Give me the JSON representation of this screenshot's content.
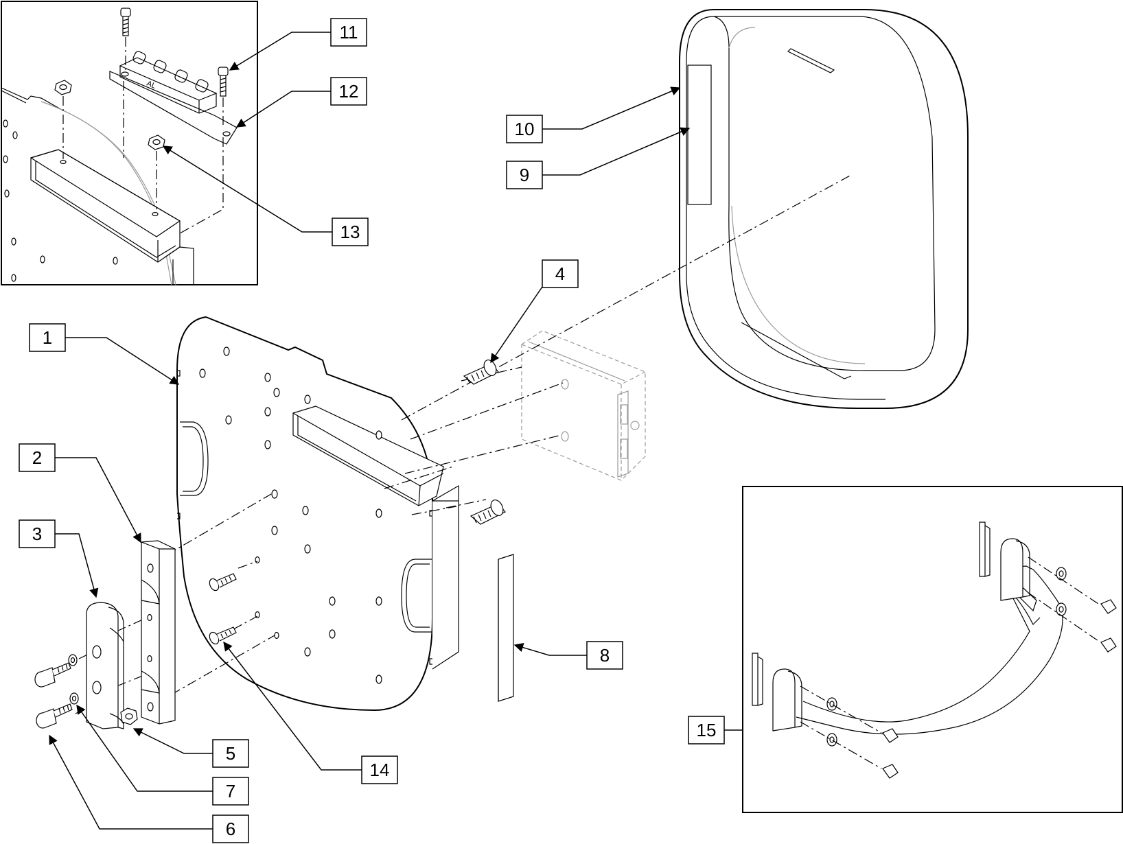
{
  "diagram": {
    "callouts": [
      {
        "id": "c1",
        "label": "1"
      },
      {
        "id": "c2",
        "label": "2"
      },
      {
        "id": "c3",
        "label": "3"
      },
      {
        "id": "c4",
        "label": "4"
      },
      {
        "id": "c5",
        "label": "5"
      },
      {
        "id": "c6",
        "label": "6"
      },
      {
        "id": "c7",
        "label": "7"
      },
      {
        "id": "c8",
        "label": "8"
      },
      {
        "id": "c9",
        "label": "9"
      },
      {
        "id": "c10",
        "label": "10"
      },
      {
        "id": "c11",
        "label": "11"
      },
      {
        "id": "c12",
        "label": "12"
      },
      {
        "id": "c13",
        "label": "13"
      },
      {
        "id": "c14",
        "label": "14"
      },
      {
        "id": "c15",
        "label": "15"
      }
    ],
    "connector_plate_lettering": "AL"
  }
}
